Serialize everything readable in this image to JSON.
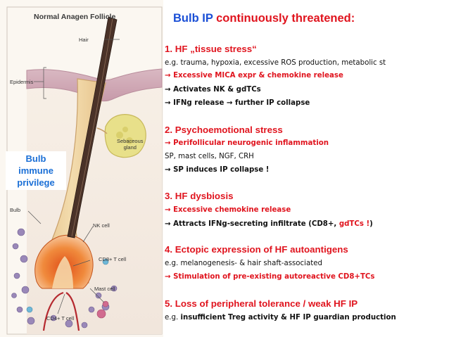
{
  "illustration": {
    "title": "Normal Anagen Follicle",
    "labels": {
      "hair": "Hair",
      "epidermis": "Epidermis",
      "sebaceous_gland": [
        "Sebaceous",
        "gland"
      ],
      "bulb": "Bulb",
      "nk_cell": "NK cell",
      "cd8_t_cell": "CD8+ T cell",
      "mast_cell": "Mast cell",
      "cd4_t_cell": "CD4+ T cell"
    },
    "callout": [
      "Bulb",
      "immune",
      "privilege"
    ]
  },
  "heading": {
    "part1": "Bulb IP",
    "part2": " continuously threatened:"
  },
  "sections": [
    {
      "title": "1. HF „tissue stress“",
      "lines": [
        {
          "style": "normal",
          "text": "e.g. trauma, hypoxia, excessive ROS production, metabolic st"
        },
        {
          "style": "red",
          "text": "→ Excessive MICA expr & chemokine release"
        },
        {
          "style": "bold",
          "text": "→ Activates NK & gdTCs"
        },
        {
          "style": "bold",
          "text": "→ IFNg release → further IP collapse"
        }
      ]
    },
    {
      "title": "2. Psychoemotional stress",
      "lines": [
        {
          "style": "red",
          "text": "→ Perifollicular neurogenic inflammation"
        },
        {
          "style": "normal",
          "text": "SP, mast cells, NGF, CRH"
        },
        {
          "style": "bold",
          "text": "→ SP induces IP collapse !"
        }
      ]
    },
    {
      "title": "3. HF dysbiosis",
      "lines": [
        {
          "style": "red",
          "text": "→ Excessive chemokine release"
        },
        {
          "style": "bold",
          "text": "→ Attracts IFNg-secreting infiltrate (CD8+, ",
          "hl": "gdTCs !",
          "tail": ")"
        }
      ]
    },
    {
      "title": "4. Ectopic expression of HF autoantigens",
      "lines": [
        {
          "style": "normal",
          "text": "e.g. melanogenesis- & hair shaft-associated"
        },
        {
          "style": "red",
          "text": "→ Stimulation of pre-existing autoreactive CD8+TCs"
        }
      ]
    },
    {
      "title": "5. Loss of peripheral tolerance / weak HF IP",
      "lines": [
        {
          "style": "bold",
          "pre": "e.g. ",
          "text": "insufficient Treg activity & HF IP guardian production"
        }
      ]
    }
  ],
  "colors": {
    "heading_blue": "#1a4fd6",
    "accent_red": "#e0141e",
    "callout_blue": "#1a6fd6"
  }
}
